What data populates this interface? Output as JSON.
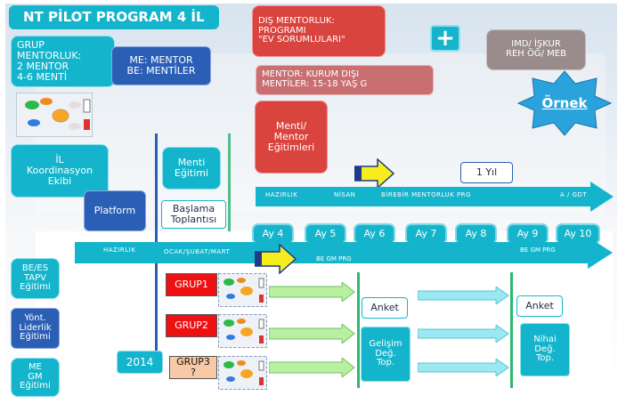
{
  "title": "NT PİLOT PROGRAM 4 İL",
  "grup_mentorluk": "GRUP\nMENTORLUK:\n2 MENTOR\n4-6 MENTİ",
  "me_be": "ME: MENTOR\nBE: MENTİLER",
  "dis_mentorluk": "DIŞ MENTORLUK:\nPROGRAMI\n\"EV SORUMLULARI\"",
  "plus": "+",
  "imd": "IMD/ İŞKUR\nREH ÖĞ/ MEB",
  "mentor_kurum": "MENTOR: KURUM DIŞI\nMENTİLER: 15-18 YAŞ G",
  "ornek": "Örnek",
  "menti_mentor_egitimleri": "Menti/\nMentor\nEğitimleri",
  "il_koordinasyon": "İL\nKoordinasyon\nEkibi",
  "menti_egitimi": "Menti\nEğitimi",
  "platform": "Platform",
  "baslama": "Başlama\nToplantısı",
  "bir_yil": "1 Yıl",
  "top_arrow": {
    "hazirlik": "HAZIRLIK",
    "nisan": "NİSAN",
    "birebir": "BİREBİR MENTORLUK PRG",
    "a_gdt": "A / GDT"
  },
  "bottom_arrow": {
    "hazirlik": "HAZIRLIK",
    "ocak": "OCAK/ŞUBAT/MART",
    "be_gm_prg_1": "BE GM PRG",
    "be_gm_prg_2": "BE GM PRG"
  },
  "months": [
    "Ay 4",
    "Ay 5",
    "Ay 6",
    "Ay 7",
    "Ay 8",
    "Ay 9",
    "Ay 10"
  ],
  "left_boxes": {
    "be_es": "BE/ES\nTAPV\nEğitimi",
    "yont": "Yönt.\nLiderlik\nEğitimi",
    "me_gm": "ME\nGM\nEğitimi"
  },
  "year": "2014",
  "groups": [
    "GRUP1",
    "GRUP2",
    "GRUP3\n?"
  ],
  "anket_1": "Anket",
  "anket_2": "Anket",
  "gelisim": "Gelişim\nDeğ.\nTop.",
  "nihai": "Nihai\nDeğ.\nTop.",
  "colors": {
    "teal": "#14b5cc",
    "blue": "#2b5fb5",
    "red": "#d9443f",
    "rose": "#c96f72",
    "yellow_arrow": "#f5ee1c",
    "green_arrow": "#b8f0a0",
    "cyan_arrow": "#9ae8f2"
  }
}
